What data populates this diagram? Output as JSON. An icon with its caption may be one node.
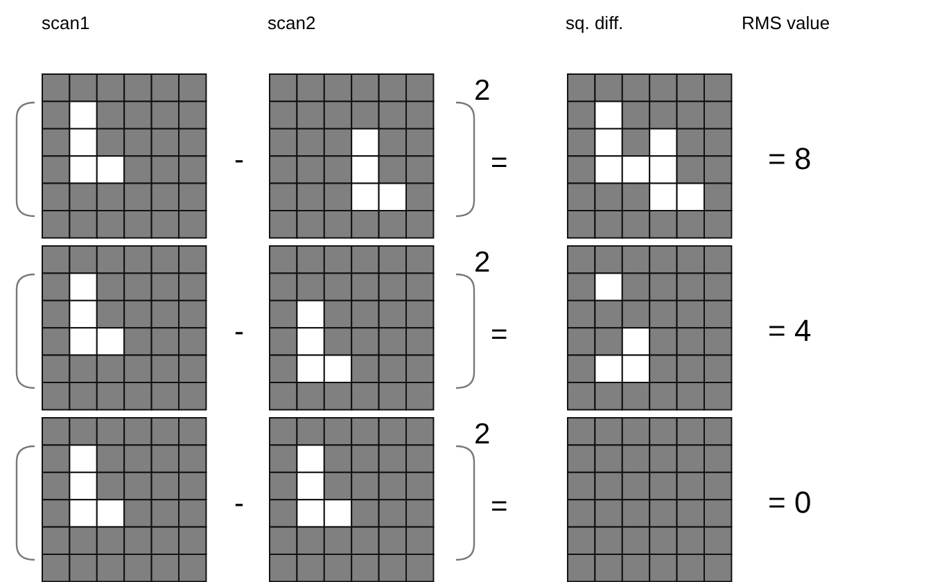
{
  "diagram": {
    "labels": [
      "scan1",
      "scan2",
      "sq. diff.",
      "RMS value",
      "2",
      "-",
      "=",
      "= 8",
      "2",
      "-",
      "=",
      "= 4",
      "2",
      "-",
      "=",
      "= 0"
    ]
  }
}
